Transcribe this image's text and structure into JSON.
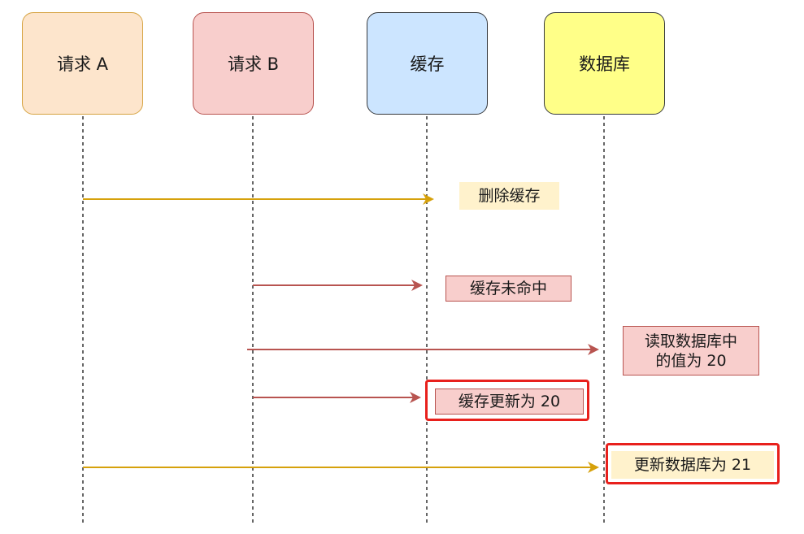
{
  "participants": {
    "a": "请求 A",
    "b": "请求 B",
    "cache": "缓存",
    "db": "数据库"
  },
  "messages": [
    {
      "from": "请求 A",
      "to": "缓存",
      "label": "删除缓存",
      "color": "#d6a10b"
    },
    {
      "from": "请求 B",
      "to": "缓存",
      "label": "缓存未命中",
      "color": "#b85450"
    },
    {
      "from": "请求 B",
      "to": "数据库",
      "label": "读取数据库中\n的值为 20",
      "color": "#b85450"
    },
    {
      "from": "请求 B",
      "to": "缓存",
      "label": "缓存更新为 20",
      "color": "#b85450",
      "highlighted": true
    },
    {
      "from": "请求 A",
      "to": "数据库",
      "label": "更新数据库为 21",
      "color": "#d6a10b",
      "highlighted": true
    }
  ],
  "colors": {
    "highlight_border": "#e8201c",
    "gold_arrow": "#d6a10b",
    "red_arrow": "#b85450"
  }
}
